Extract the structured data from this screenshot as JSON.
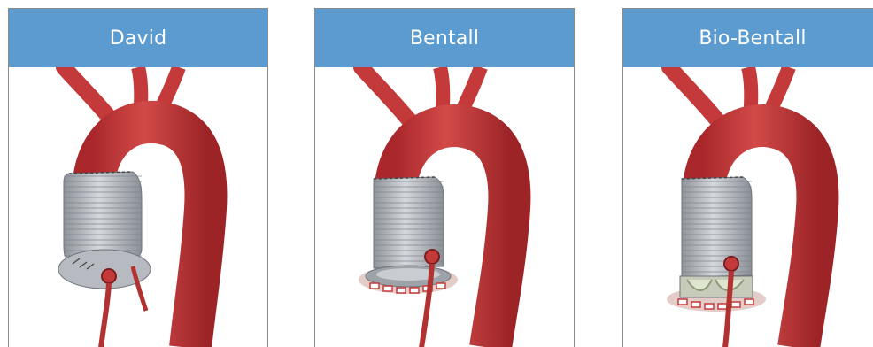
{
  "panels": [
    {
      "title": "David"
    },
    {
      "title": "Bentall"
    },
    {
      "title": "Bio-Bentall"
    }
  ],
  "colors": {
    "header_bg": "#5b9bd0",
    "aorta": "#c43a3a",
    "graft": "#a9afb7",
    "border": "#8a8a8a"
  }
}
